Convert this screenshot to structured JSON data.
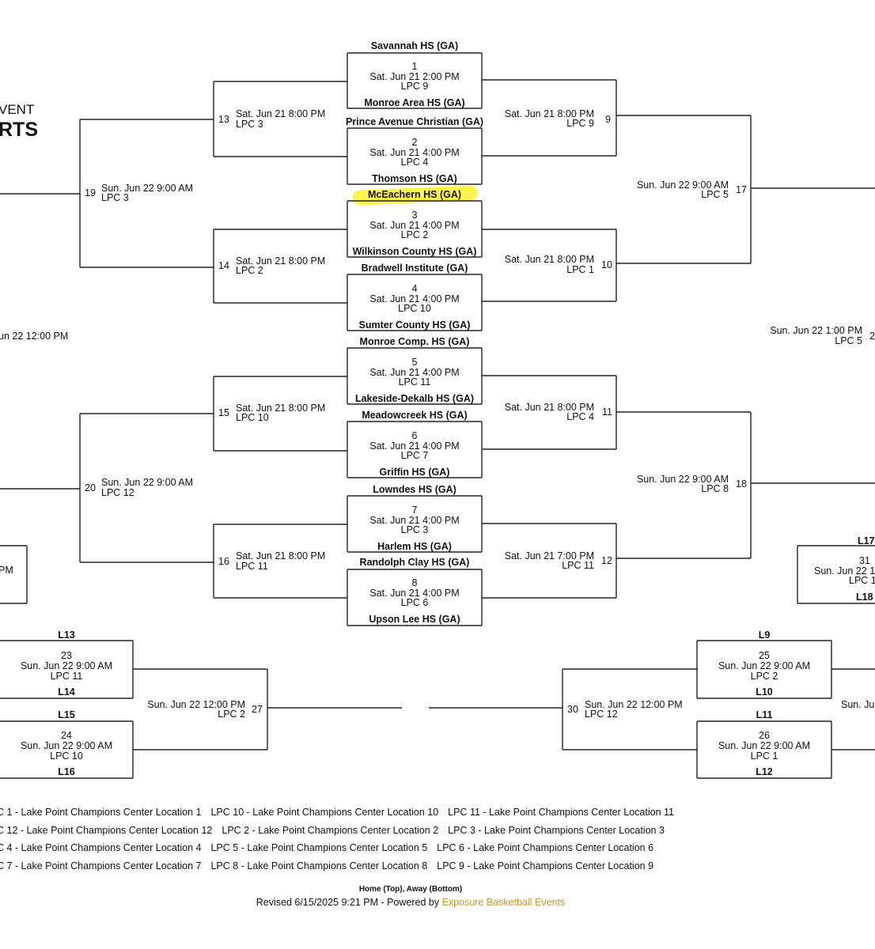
{
  "header": {
    "title_line1": "VENT",
    "title_line2": "RTS"
  },
  "games": {
    "g1": {
      "num": "1",
      "when": "Sat. Jun 21 2:00 PM",
      "loc": "LPC 9",
      "home": "Savannah HS (GA)",
      "away": "Monroe Area HS (GA)"
    },
    "g2": {
      "num": "2",
      "when": "Sat. Jun 21 4:00 PM",
      "loc": "LPC 4",
      "home": "Prince Avenue Christian (GA)",
      "away": "Thomson HS (GA)"
    },
    "g3": {
      "num": "3",
      "when": "Sat. Jun 21 4:00 PM",
      "loc": "LPC 2",
      "home": "McEachern HS (GA)",
      "away": "Wilkinson County HS (GA)"
    },
    "g4": {
      "num": "4",
      "when": "Sat. Jun 21 4:00 PM",
      "loc": "LPC 10",
      "home": "Bradwell Institute (GA)",
      "away": "Sumter County HS (GA)"
    },
    "g5": {
      "num": "5",
      "when": "Sat. Jun 21 4:00 PM",
      "loc": "LPC 11",
      "home": "Monroe Comp. HS (GA)",
      "away": "Lakeside-Dekalb HS (GA)"
    },
    "g6": {
      "num": "6",
      "when": "Sat. Jun 21 4:00 PM",
      "loc": "LPC 7",
      "home": "Meadowcreek HS (GA)",
      "away": "Griffin HS (GA)"
    },
    "g7": {
      "num": "7",
      "when": "Sat. Jun 21 4:00 PM",
      "loc": "LPC 3",
      "home": "Lowndes HS (GA)",
      "away": "Harlem HS (GA)"
    },
    "g8": {
      "num": "8",
      "when": "Sat. Jun 21 4:00 PM",
      "loc": "LPC 6",
      "home": "Randolph Clay HS (GA)",
      "away": "Upson Lee HS (GA)"
    },
    "g9": {
      "num": "9",
      "when": "Sat. Jun 21 8:00 PM",
      "loc": "LPC 9"
    },
    "g10": {
      "num": "10",
      "when": "Sat. Jun 21 8:00 PM",
      "loc": "LPC 1"
    },
    "g11": {
      "num": "11",
      "when": "Sat. Jun 21 8:00 PM",
      "loc": "LPC 4"
    },
    "g12": {
      "num": "12",
      "when": "Sat. Jun 21 7:00 PM",
      "loc": "LPC 11"
    },
    "g13": {
      "num": "13",
      "when": "Sat. Jun 21 8:00 PM",
      "loc": "LPC 3"
    },
    "g14": {
      "num": "14",
      "when": "Sat. Jun 21 8:00 PM",
      "loc": "LPC 2"
    },
    "g15": {
      "num": "15",
      "when": "Sat. Jun 21 8:00 PM",
      "loc": "LPC 10"
    },
    "g16": {
      "num": "16",
      "when": "Sat. Jun 21 8:00 PM",
      "loc": "LPC 11"
    },
    "g17": {
      "num": "17",
      "when": "Sun. Jun 22 9:00 AM",
      "loc": "LPC 5"
    },
    "g18": {
      "num": "18",
      "when": "Sun. Jun 22 9:00 AM",
      "loc": "LPC 8"
    },
    "g19": {
      "num": "19",
      "when": "Sun. Jun 22 9:00 AM",
      "loc": "LPC 3"
    },
    "g20": {
      "num": "20",
      "when": "Sun. Jun 22 9:00 AM",
      "loc": "LPC 12"
    },
    "g23": {
      "num": "23",
      "when": "Sun. Jun 22 9:00 AM",
      "loc": "LPC 11",
      "home": "L13",
      "away": "L14"
    },
    "g24": {
      "num": "24",
      "when": "Sun. Jun 22 9:00 AM",
      "loc": "LPC 10",
      "home": "L15",
      "away": "L16"
    },
    "g25": {
      "num": "25",
      "when": "Sun. Jun 22 9:00 AM",
      "loc": "LPC 2",
      "home": "L9",
      "away": "L10"
    },
    "g26": {
      "num": "26",
      "when": "Sun. Jun 22 9:00 AM",
      "loc": "LPC 1",
      "home": "L11",
      "away": "L12"
    },
    "g27": {
      "num": "27",
      "when": "Sun. Jun 22 12:00 PM",
      "loc": "LPC 2"
    },
    "g30": {
      "num": "30",
      "when": "Sun. Jun 22 12:00 PM",
      "loc": "LPC 12"
    },
    "g31": {
      "num": "31",
      "when": "Sun. Jun 22 1",
      "loc": "LPC 1",
      "home": "L17",
      "away": "L18"
    }
  },
  "partial": {
    "left_semi_when": "un 22 12:00 PM",
    "left_box_when": "PM",
    "right_semi_when": "Sun. Jun 22 1:00 PM",
    "right_semi_loc": "LPC 5",
    "right_semi_num": "2",
    "right_bottom_when": "Sun. Ju"
  },
  "legend": {
    "row1": [
      "C 1 - Lake Point Champions Center Location 1",
      "LPC 10 - Lake Point Champions Center Location 10",
      "LPC 11 - Lake Point Champions Center Location 11"
    ],
    "row2": [
      "C 12 - Lake Point Champions Center Location 12",
      "LPC 2 - Lake Point Champions Center Location 2",
      "LPC 3 - Lake Point Champions Center Location 3"
    ],
    "row3": [
      "C 4 - Lake Point Champions Center Location 4",
      "LPC 5 - Lake Point Champions Center Location 5",
      "LPC 6 - Lake Point Champions Center Location 6"
    ],
    "row4": [
      "C 7 - Lake Point Champions Center Location 7",
      "LPC 8 - Lake Point Champions Center Location 8",
      "LPC 9 - Lake Point Champions Center Location 9"
    ]
  },
  "footer": {
    "home_away": "Home (Top), Away (Bottom)",
    "revised": "Revised 6/15/2025 9:21 PM - Powered by ",
    "powered_link": "Exposure Basketball Events",
    "link_color": "#c8962f"
  },
  "highlight_color": "#fff12f"
}
